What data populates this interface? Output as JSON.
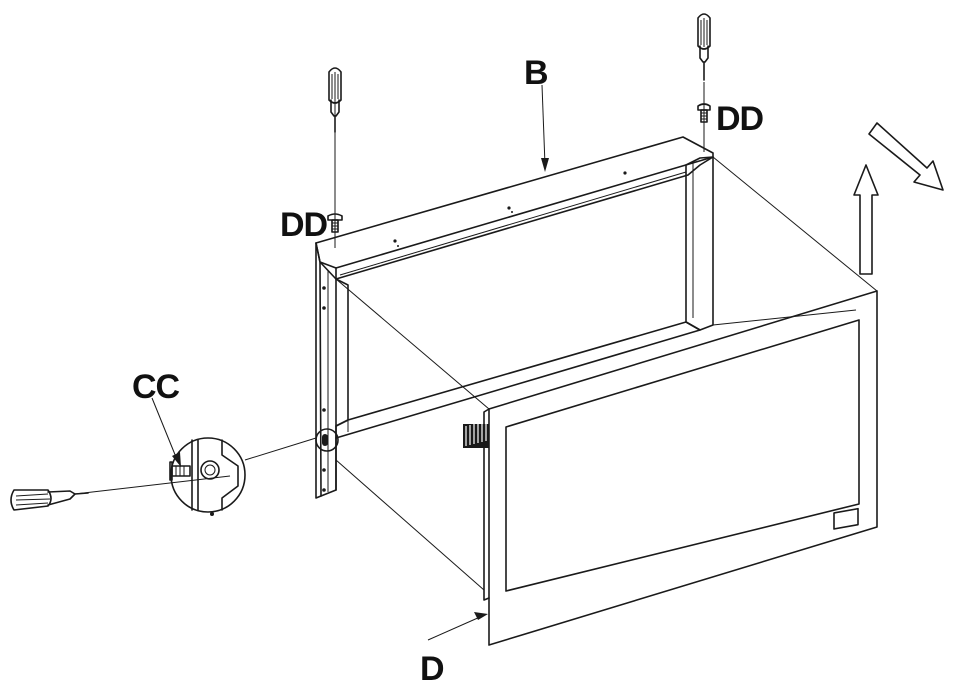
{
  "labels": {
    "b": "B",
    "cc": "CC",
    "dd_left": "DD",
    "dd_right": "DD",
    "d": "D"
  },
  "colors": {
    "line": "#1a1a1a",
    "background": "#ffffff"
  },
  "icons": [
    "screwdriver-icon",
    "screw-icon",
    "arrow-up-icon",
    "arrow-diagonal-icon"
  ]
}
